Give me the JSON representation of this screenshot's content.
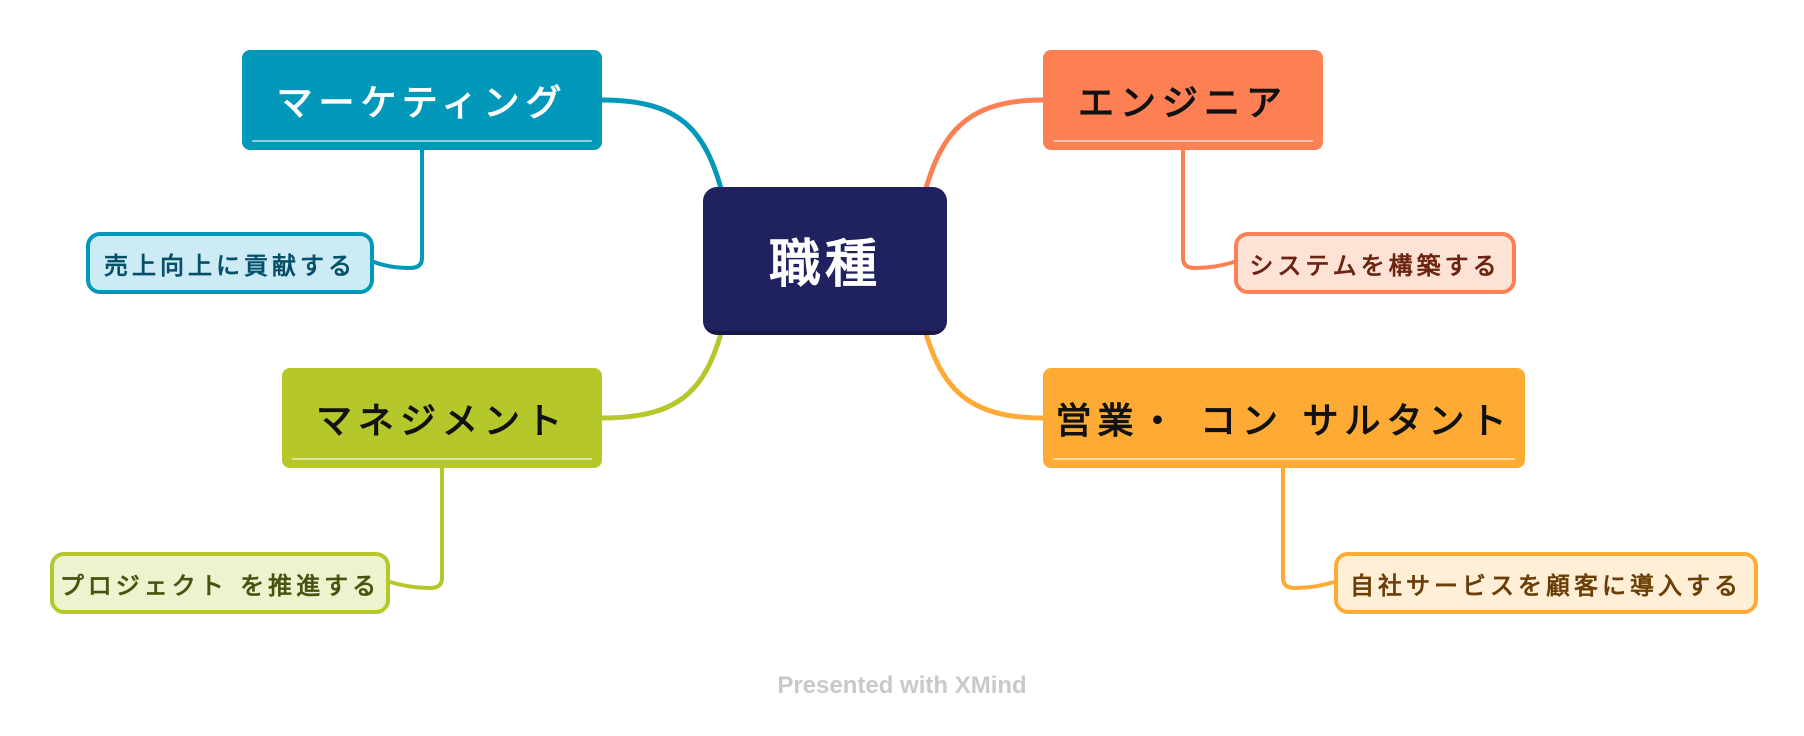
{
  "central": {
    "label": "職種",
    "color": "#20225f"
  },
  "branches": [
    {
      "id": "marketing",
      "label": "マーケティング",
      "color": "#0298ba",
      "sub": "売上向上に貢献する"
    },
    {
      "id": "management",
      "label": "マネジメント",
      "color": "#b5c72a",
      "sub": "プロジェクト を推進する"
    },
    {
      "id": "engineer",
      "label": "エンジニア",
      "color": "#fc8054",
      "sub": "システムを構築する"
    },
    {
      "id": "sales",
      "label": "営業・ コン サルタント",
      "color": "#fdab35",
      "sub": "自社サービスを顧客に導入する"
    }
  ],
  "footer": "Presented with XMind"
}
